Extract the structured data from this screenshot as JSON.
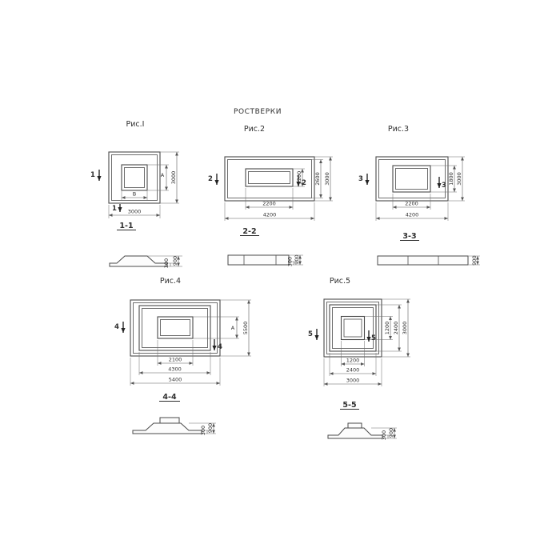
{
  "title": "РОСТВЕРКИ",
  "figures": {
    "fig1": {
      "caption": "Рис.I",
      "cut_label": "1",
      "section_title": "1-1",
      "plan_dims": {
        "inner_width": "В",
        "outer_width": "3000",
        "inner_height": "А",
        "outer_height": "3000"
      },
      "section_dims": {
        "edge_height": "300",
        "total_height": "900"
      }
    },
    "fig2": {
      "caption": "Рис.2",
      "cut_label": "2",
      "section_title": "2-2",
      "plan_dims": {
        "inner_width": "2200",
        "outer_width": "4200",
        "inner_height": "1200",
        "mid_height": "2600",
        "outer_height": "3000"
      },
      "section_dims": {
        "edge_height": "300",
        "total_height": "900"
      }
    },
    "fig3": {
      "caption": "Рис.3",
      "cut_label": "3",
      "section_title": "3-3",
      "plan_dims": {
        "inner_width": "2200",
        "outer_width": "4200",
        "inner_height": "1800",
        "outer_height": "3000"
      },
      "section_dims": {
        "total_height": "900"
      }
    },
    "fig4": {
      "caption": "Рис.4",
      "cut_label": "4",
      "section_title": "4-4",
      "plan_dims": {
        "inner_width": "2100",
        "mid_width": "4300",
        "outer_width": "5400",
        "inner_height": "А",
        "outer_height": "5500"
      },
      "section_dims": {
        "edge_height": "300",
        "total_height": "900"
      }
    },
    "fig5": {
      "caption": "Рис.5",
      "cut_label": "5",
      "section_title": "5-5",
      "plan_dims": {
        "inner_width": "1200",
        "mid_width": "2400",
        "outer_width": "3000",
        "inner_height": "1200",
        "mid_height": "2400",
        "outer_height": "3000"
      },
      "section_dims": {
        "edge_height": "300",
        "total_height": "900"
      }
    }
  }
}
